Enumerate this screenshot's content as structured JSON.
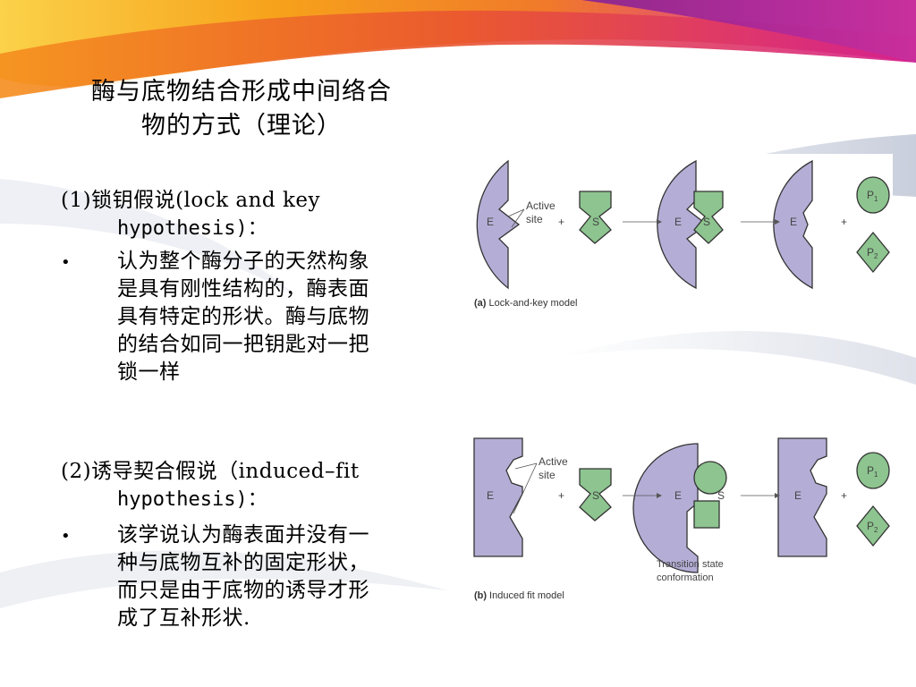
{
  "slide": {
    "title_line1": "酶与底物结合形成中间络合",
    "title_line2": "物的方式（理论）",
    "section1": {
      "heading": "(1)锁钥假说(lock and key",
      "heading_cont": "hypothesis)：",
      "bullet": "•",
      "body": [
        "认为整个酶分子的天然构象",
        "是具有刚性结构的，酶表面",
        "具有特定的形状。酶与底物",
        "的结合如同一把钥匙对一把",
        "锁一样"
      ]
    },
    "section2": {
      "heading": "(2)诱导契合假说（induced–fit",
      "heading_cont": "hypothesis)：",
      "bullet": "•",
      "body": [
        "该学说认为酶表面并没有一",
        "种与底物互补的固定形状，",
        "而只是由于底物的诱导才形",
        "成了互补形状."
      ]
    }
  },
  "figure_a": {
    "caption_tag": "(a)",
    "caption": "Lock-and-key model",
    "active_site_label_1": "Active",
    "active_site_label_2": "site",
    "enzyme": "E",
    "substrate": "S",
    "plus": "+",
    "product_1": "P",
    "product_1_sub": "1",
    "product_2": "P",
    "product_2_sub": "2"
  },
  "figure_b": {
    "caption_tag": "(b)",
    "caption": "Induced fit model",
    "active_site_label_1": "Active",
    "active_site_label_2": "site",
    "enzyme": "E",
    "substrate": "S",
    "plus": "+",
    "transition_1": "Transition state",
    "transition_2": "conformation",
    "product_1": "P",
    "product_1_sub": "1",
    "product_2": "P",
    "product_2_sub": "2"
  },
  "colors": {
    "enzyme_fill": "#b4aed6",
    "substrate_fill": "#8dc48f",
    "outline": "#333333",
    "banner_orange": "#f7a21b",
    "banner_magenta": "#d6208e"
  }
}
